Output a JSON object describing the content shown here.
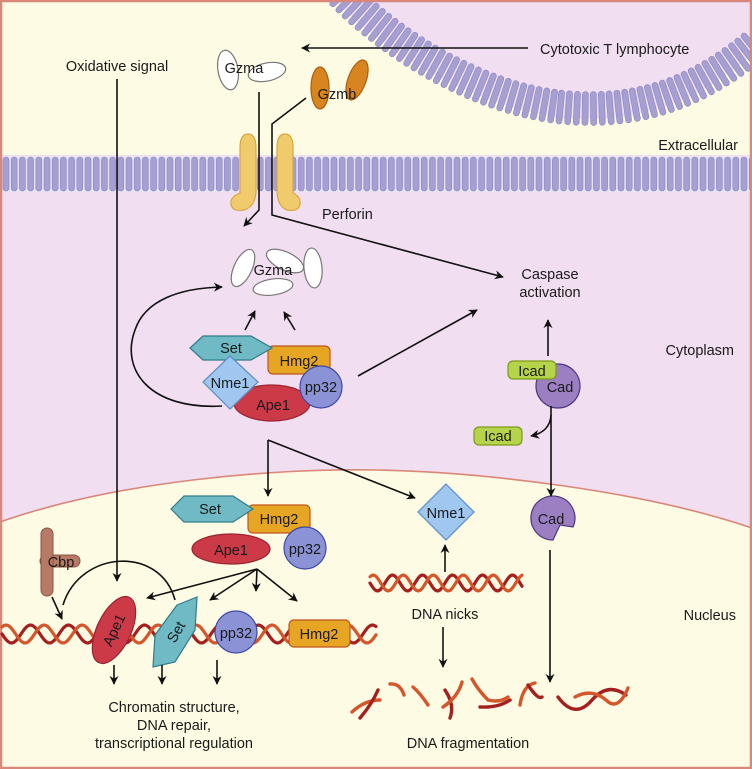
{
  "figure": {
    "compartments": {
      "ctl": "Cytotoxic T lymphocyte",
      "extracellular": "Extracellular",
      "cytoplasm": "Cytoplasm",
      "nucleus": "Nucleus"
    },
    "signals": {
      "oxidative": "Oxidative signal",
      "perforin": "Perforin",
      "caspase_line1": "Caspase",
      "caspase_line2": "activation",
      "dna_nicks": "DNA nicks",
      "dna_fragmentation": "DNA fragmentation",
      "outcome_line1": "Chromatin structure,",
      "outcome_line2": "DNA repair,",
      "outcome_line3": "transcriptional regulation"
    },
    "proteins": {
      "gzma": "Gzma",
      "gzmb": "Gzmb",
      "set": "Set",
      "hmg2": "Hmg2",
      "nme1": "Nme1",
      "pp32": "pp32",
      "ape1": "Ape1",
      "icad": "Icad",
      "cad": "Cad",
      "cbp": "Cbp"
    },
    "colors": {
      "border": "#d9877a",
      "extracellular": "#fdfbe3",
      "cytoplasm": "#f1def0",
      "nucleus": "#fdfbe3",
      "membrane": "#a59fd2",
      "membrane_stroke": "#8b85c2",
      "perforin": "#f0cb6c",
      "gzmb": "#d9851f",
      "set": "#6fbac4",
      "hmg2": "#e6a623",
      "nme1": "#9fc7ef",
      "pp32": "#8b93d6",
      "ape1": "#cc3a48",
      "icad": "#b6d44a",
      "cad": "#9c7fc2",
      "cbp": "#b77a66",
      "dna_dark": "#a51f1f",
      "dna_light": "#d4562a"
    }
  }
}
